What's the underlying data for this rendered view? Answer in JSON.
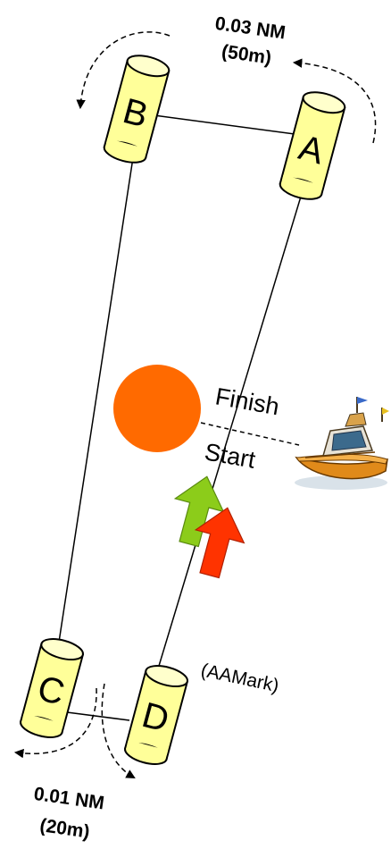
{
  "marks": {
    "a": {
      "label": "A"
    },
    "b": {
      "label": "B"
    },
    "c": {
      "label": "C"
    },
    "d": {
      "label": "D"
    }
  },
  "distances": {
    "top": {
      "line1": "0.03 NM",
      "line2": "(50m)"
    },
    "bottom": {
      "line1": "0.01 NM",
      "line2": "(20m)"
    }
  },
  "line_labels": {
    "finish": "Finish",
    "start": "Start"
  },
  "mark_note": "(AAMark)",
  "colors": {
    "buoy_fill": "#ffff99",
    "buoy_stroke": "#000000",
    "finish_circle": "#ff6a00",
    "arrow_green": "#8ccc1a",
    "arrow_red": "#ff3300",
    "boat_hull": "#e08a1a"
  },
  "icons": {
    "boat": "committee-boat-icon"
  }
}
